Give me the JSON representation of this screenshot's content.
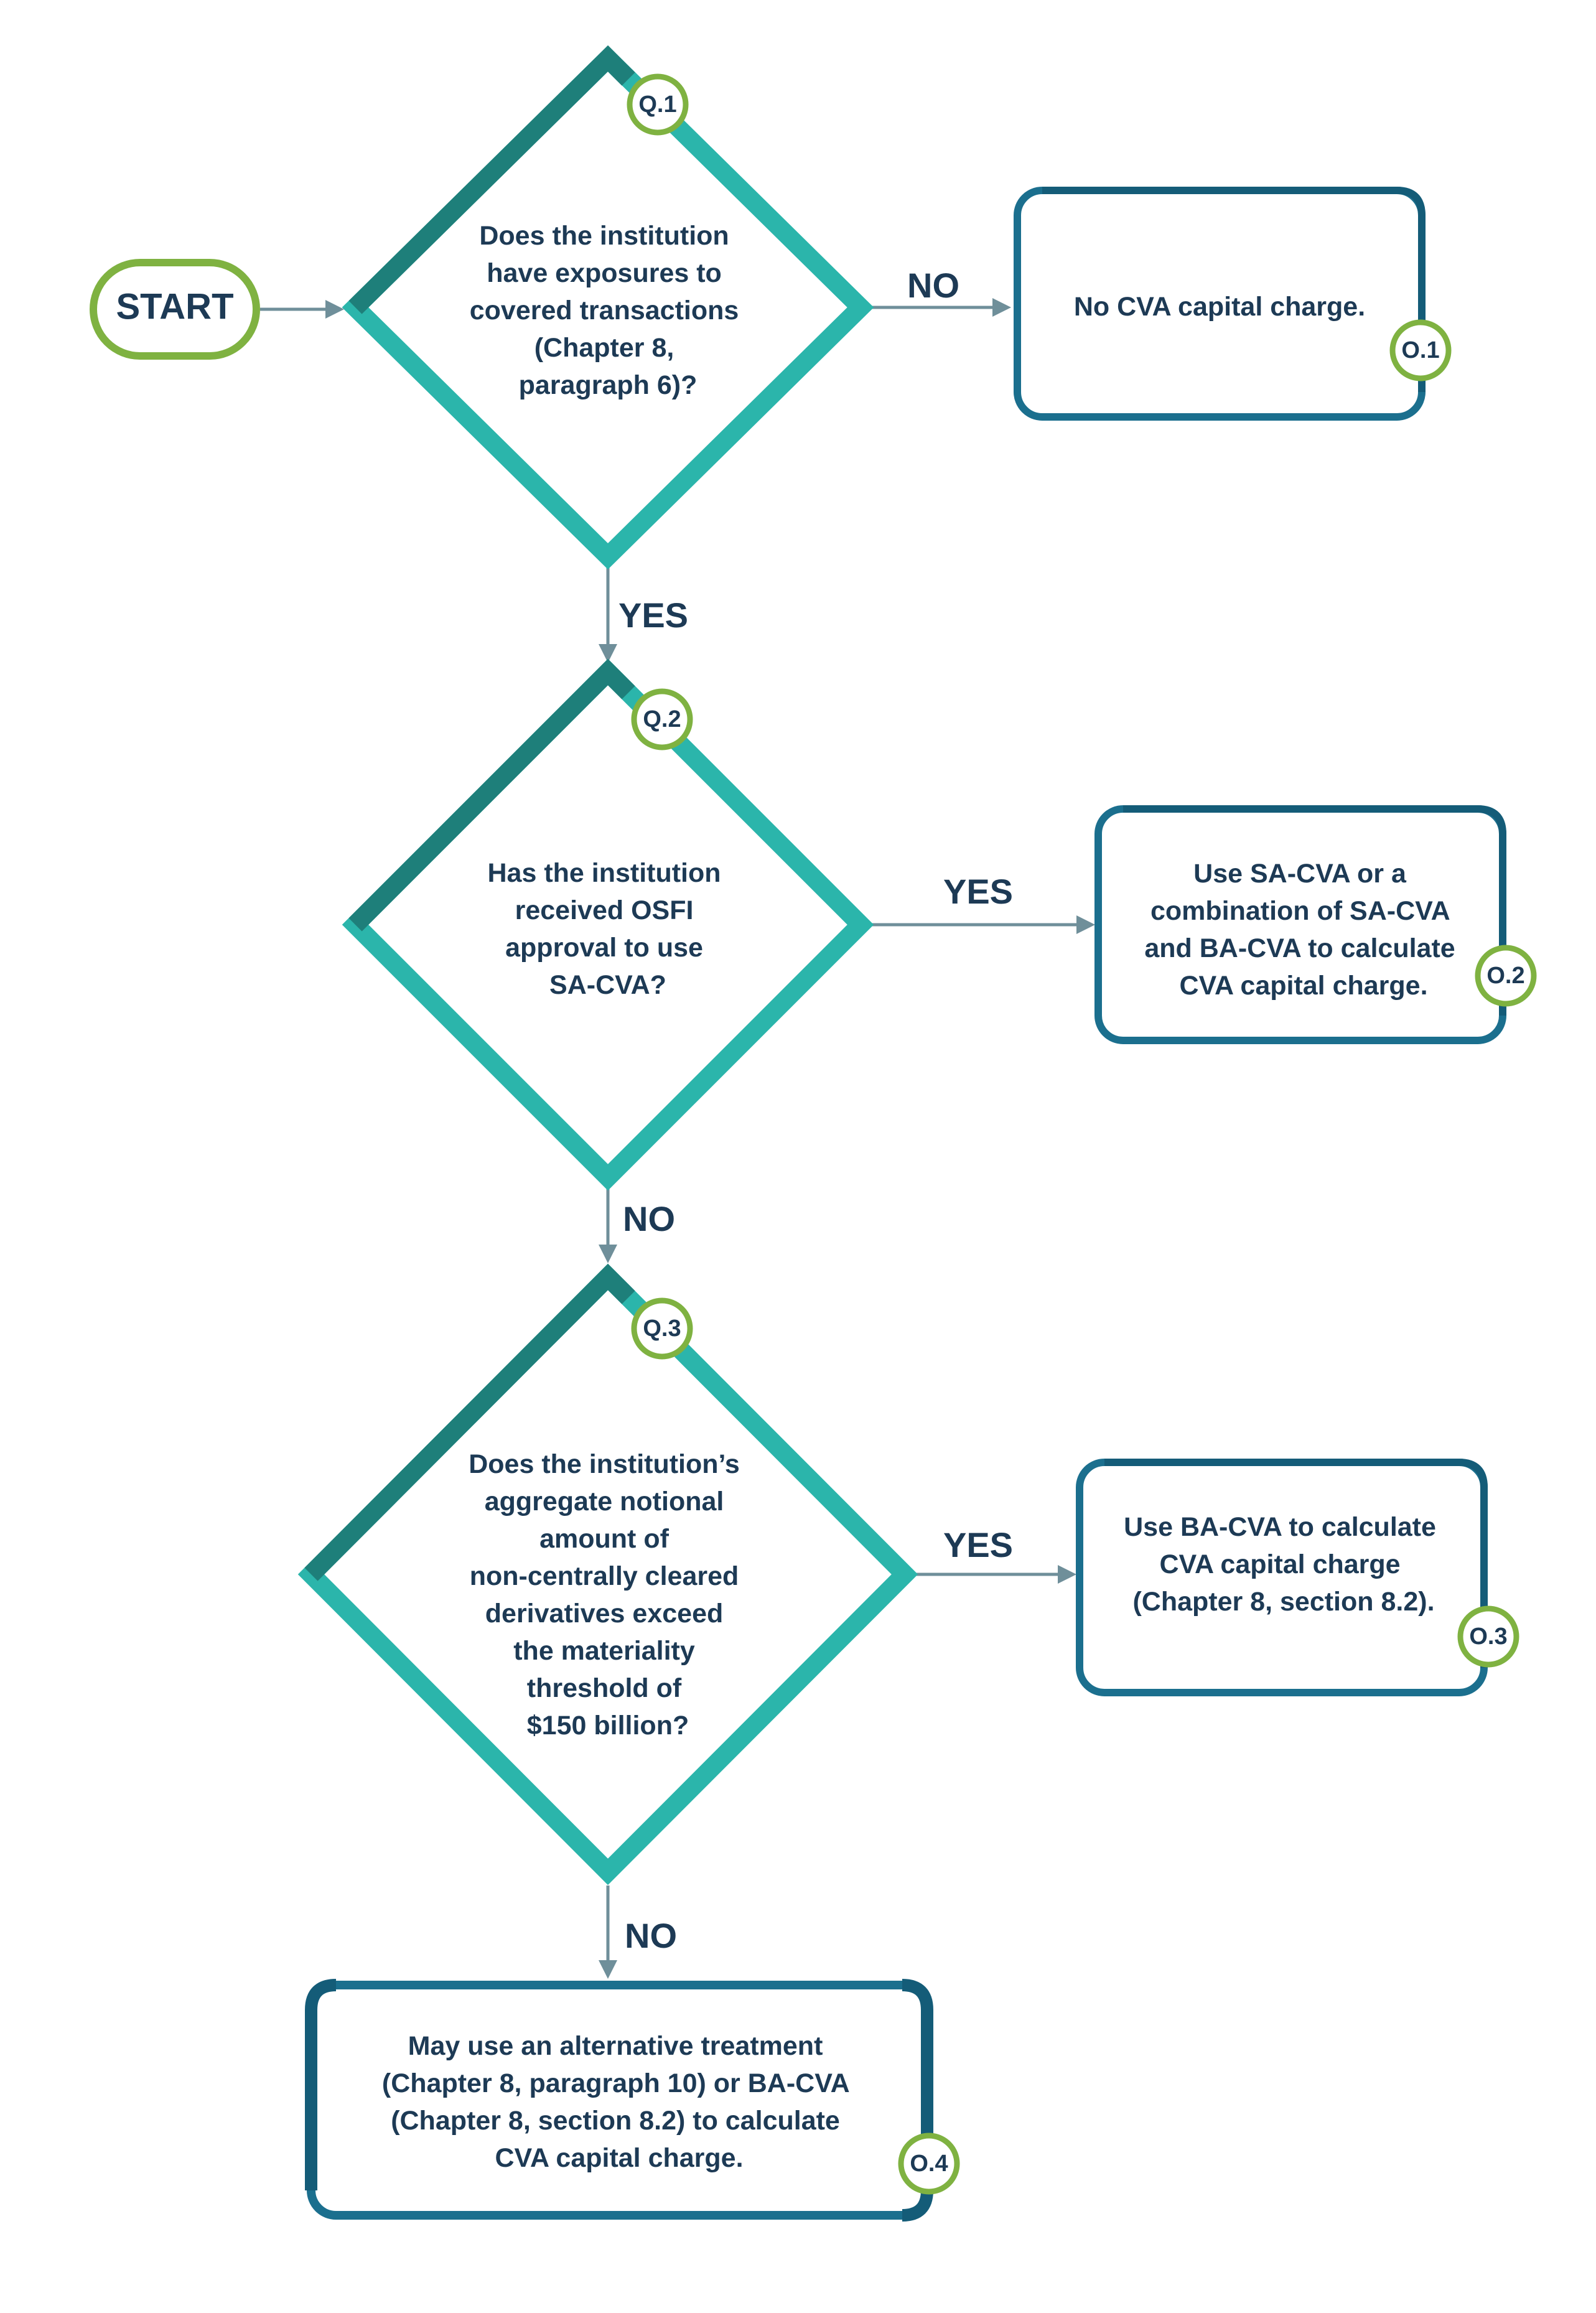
{
  "start": {
    "label": "START"
  },
  "questions": [
    {
      "badge": "Q.1",
      "lines": [
        "Does the institution",
        "have exposures to",
        "covered transactions",
        "(Chapter 8,",
        "paragraph 6)?"
      ]
    },
    {
      "badge": "Q.2",
      "lines": [
        "Has the institution",
        "received OSFI",
        "approval to use",
        "SA-CVA?"
      ]
    },
    {
      "badge": "Q.3",
      "lines": [
        "Does the institution’s",
        "aggregate notional",
        "amount of",
        "non-centrally cleared",
        "derivatives exceed",
        "the materiality",
        "threshold of",
        "$150 billion?"
      ]
    }
  ],
  "outcomes": [
    {
      "badge": "O.1",
      "lines": [
        "No CVA capital charge."
      ]
    },
    {
      "badge": "O.2",
      "lines": [
        "Use SA-CVA or a",
        "combination of SA-CVA",
        "and BA-CVA to calculate",
        "CVA capital charge."
      ]
    },
    {
      "badge": "O.3",
      "lines": [
        "Use BA-CVA to calculate",
        "CVA capital charge",
        "(Chapter 8, section 8.2)."
      ]
    },
    {
      "badge": "O.4",
      "lines": [
        "May use an alternative treatment",
        "(Chapter 8, paragraph 10) or BA-CVA",
        "(Chapter 8, section 8.2) to calculate",
        "CVA capital charge."
      ]
    }
  ],
  "edge_labels": {
    "q1_no": "NO",
    "q1_yes": "YES",
    "q2_yes": "YES",
    "q2_no": "NO",
    "q3_yes": "YES",
    "q3_no": "NO"
  },
  "colors": {
    "teal_light": "#2bb5ab",
    "teal_dark": "#1e7f7a",
    "box_border": "#1b6f8e",
    "green": "#7fb241",
    "arrow": "#6f8f9a",
    "text": "#1d3a55"
  }
}
